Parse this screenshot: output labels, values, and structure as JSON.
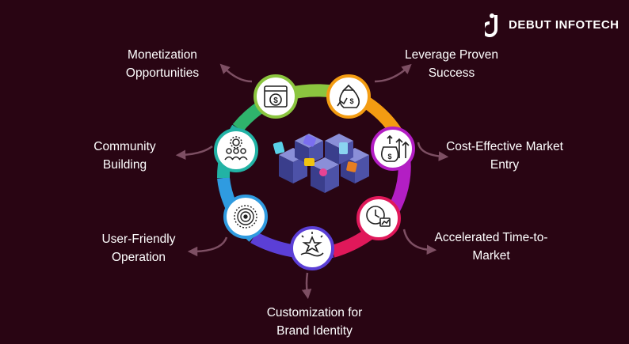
{
  "brand": {
    "name": "DEBUT INFOTECH"
  },
  "benefits": [
    {
      "id": "monetization",
      "lines": [
        "Monetization",
        "Opportunities"
      ],
      "icon": "dollar-browser-icon",
      "ring_color": "#8bc53f"
    },
    {
      "id": "leverage",
      "lines": [
        "Leverage Proven",
        "Success"
      ],
      "icon": "money-bag-growth-icon",
      "ring_color": "#f39c12"
    },
    {
      "id": "cost",
      "lines": [
        "Cost-Effective Market",
        "Entry"
      ],
      "icon": "money-bag-arrows-icon",
      "ring_color": "#b31ec4"
    },
    {
      "id": "accelerated",
      "lines": [
        "Accelerated Time-to-",
        "Market"
      ],
      "icon": "clock-chart-icon",
      "ring_color": "#e0185a"
    },
    {
      "id": "customization",
      "lines": [
        "Customization for",
        "Brand Identity"
      ],
      "icon": "star-hand-icon",
      "ring_color": "#5b3fd6"
    },
    {
      "id": "userfriendly",
      "lines": [
        "User-Friendly",
        "Operation"
      ],
      "icon": "target-dial-icon",
      "ring_color": "#2f9be0"
    },
    {
      "id": "community",
      "lines": [
        "Community",
        "Building"
      ],
      "icon": "people-gear-icon",
      "ring_color": "#22b3a5"
    }
  ],
  "center": {
    "icon": "isometric-blocks-icon"
  }
}
